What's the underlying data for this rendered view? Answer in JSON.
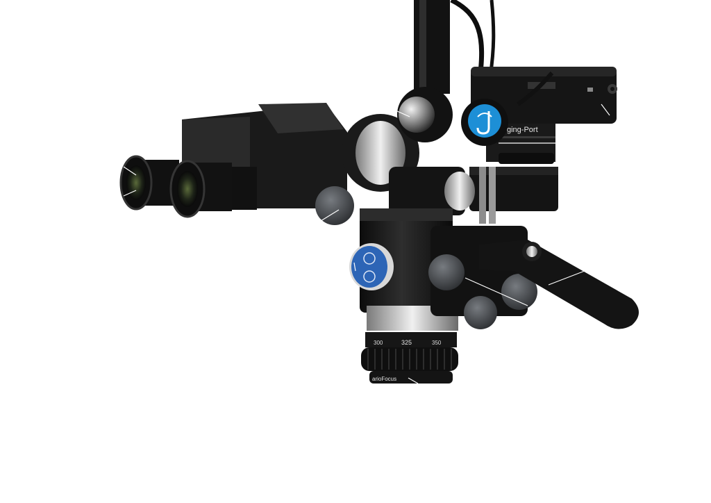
{
  "product": {
    "port_label": "ging-Port",
    "focus_label": "arioFocus",
    "scale": {
      "left": "300",
      "mid": "325",
      "right": "350"
    }
  },
  "colors": {
    "body": "#141414",
    "body_mid": "#2a2a2a",
    "metal": "#b8b8b8",
    "brand_blue": "#1d8fd6",
    "knob_grey": "#4a4d50",
    "badge_blue": "#2d65b6"
  },
  "icons": {
    "brand_logo": "cj-logo-icon",
    "mode_badge": "dual-mode-badge-icon"
  }
}
